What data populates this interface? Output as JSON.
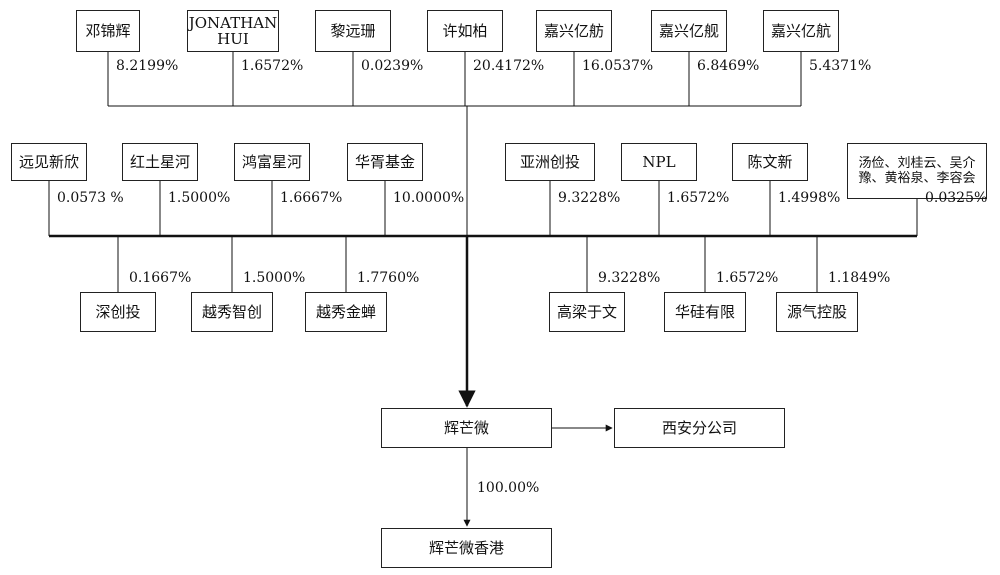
{
  "top_row": [
    {
      "name": "邓锦辉",
      "pct": "8.2199%"
    },
    {
      "name": "JONATHAN\nHUI",
      "pct": "1.6572%"
    },
    {
      "name": "黎远珊",
      "pct": "0.0239%"
    },
    {
      "name": "许如柏",
      "pct": "20.4172%"
    },
    {
      "name": "嘉兴亿舫",
      "pct": "16.0537%"
    },
    {
      "name": "嘉兴亿舰",
      "pct": "6.8469%"
    },
    {
      "name": "嘉兴亿航",
      "pct": "5.4371%"
    }
  ],
  "middle_row": [
    {
      "name": "远见新欣",
      "pct": "0.0573 %"
    },
    {
      "name": "红土星河",
      "pct": "1.5000%"
    },
    {
      "name": "鸿富星河",
      "pct": "1.6667%"
    },
    {
      "name": "华胥基金",
      "pct": "10.0000%"
    },
    {
      "name": "亚洲创投",
      "pct": "9.3228%"
    },
    {
      "name": "NPL",
      "pct": "1.6572%"
    },
    {
      "name": "陈文新",
      "pct": "1.4998%"
    },
    {
      "name": "汤俭、刘桂云、吴介豫、黄裕泉、李容会",
      "pct": "0.0325%"
    }
  ],
  "bottom_row": [
    {
      "name": "深创投",
      "pct": "0.1667%"
    },
    {
      "name": "越秀智创",
      "pct": "1.5000%"
    },
    {
      "name": "越秀金蝉",
      "pct": "1.7760%"
    },
    {
      "name": "高梁于文",
      "pct": "9.3228%"
    },
    {
      "name": "华硅有限",
      "pct": "1.6572%"
    },
    {
      "name": "源气控股",
      "pct": "1.1849%"
    }
  ],
  "company": {
    "name": "辉芒微"
  },
  "branch": {
    "name": "西安分公司"
  },
  "subsidiary": {
    "name": "辉芒微香港",
    "pct": "100.00%"
  }
}
